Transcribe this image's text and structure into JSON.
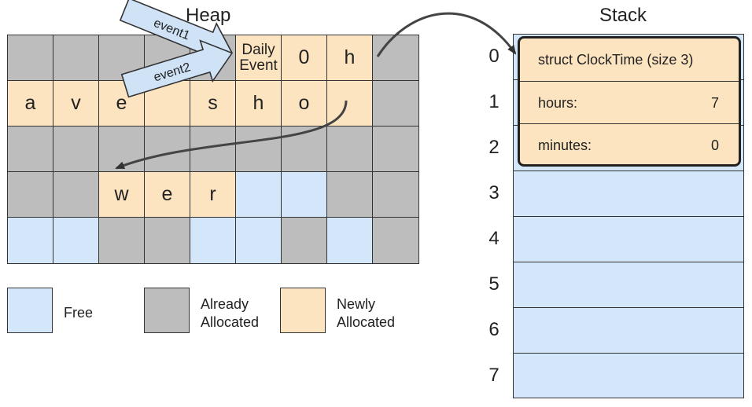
{
  "heap": {
    "title": "Heap",
    "rows": [
      [
        {
          "t": "",
          "s": "alloc"
        },
        {
          "t": "",
          "s": "alloc"
        },
        {
          "t": "",
          "s": "alloc"
        },
        {
          "t": "",
          "s": "alloc"
        },
        {
          "t": "",
          "s": "alloc"
        },
        {
          "t": "Daily\nEvent",
          "s": "new"
        },
        {
          "t": "0",
          "s": "new"
        },
        {
          "t": "h",
          "s": "new"
        },
        {
          "t": "",
          "s": "alloc"
        }
      ],
      [
        {
          "t": "a",
          "s": "new"
        },
        {
          "t": "v",
          "s": "new"
        },
        {
          "t": "e",
          "s": "new"
        },
        {
          "t": "",
          "s": "new"
        },
        {
          "t": "s",
          "s": "new"
        },
        {
          "t": "h",
          "s": "new"
        },
        {
          "t": "o",
          "s": "new"
        },
        {
          "t": "",
          "s": "new"
        },
        {
          "t": "",
          "s": "alloc"
        }
      ],
      [
        {
          "t": "",
          "s": "alloc"
        },
        {
          "t": "",
          "s": "alloc"
        },
        {
          "t": "",
          "s": "alloc"
        },
        {
          "t": "",
          "s": "alloc"
        },
        {
          "t": "",
          "s": "alloc"
        },
        {
          "t": "",
          "s": "alloc"
        },
        {
          "t": "",
          "s": "alloc"
        },
        {
          "t": "",
          "s": "alloc"
        },
        {
          "t": "",
          "s": "alloc"
        }
      ],
      [
        {
          "t": "",
          "s": "alloc"
        },
        {
          "t": "",
          "s": "alloc"
        },
        {
          "t": "w",
          "s": "new"
        },
        {
          "t": "e",
          "s": "new"
        },
        {
          "t": "r",
          "s": "new"
        },
        {
          "t": "",
          "s": "free"
        },
        {
          "t": "",
          "s": "free"
        },
        {
          "t": "",
          "s": "alloc"
        },
        {
          "t": "",
          "s": "alloc"
        }
      ],
      [
        {
          "t": "",
          "s": "free"
        },
        {
          "t": "",
          "s": "free"
        },
        {
          "t": "",
          "s": "alloc"
        },
        {
          "t": "",
          "s": "alloc"
        },
        {
          "t": "",
          "s": "free"
        },
        {
          "t": "",
          "s": "free"
        },
        {
          "t": "",
          "s": "alloc"
        },
        {
          "t": "",
          "s": "free"
        },
        {
          "t": "",
          "s": "alloc"
        }
      ]
    ]
  },
  "pointers": {
    "event1": "event1",
    "event2": "event2"
  },
  "stack": {
    "title": "Stack",
    "indices": [
      "0",
      "1",
      "2",
      "3",
      "4",
      "5",
      "6",
      "7"
    ],
    "struct": {
      "header": "struct ClockTime (size 3)",
      "hours_label": "hours:",
      "hours_value": "7",
      "minutes_label": "minutes:",
      "minutes_value": "0"
    }
  },
  "legend": {
    "free": "Free",
    "already": "Already\nAllocated",
    "newly": "Newly\nAllocated"
  },
  "colors": {
    "free": "#d4e7fa",
    "already_allocated": "#bdbdbd",
    "newly_allocated": "#fde4c1",
    "pointer_fill": "#cfe2f6",
    "outline": "#333333"
  }
}
